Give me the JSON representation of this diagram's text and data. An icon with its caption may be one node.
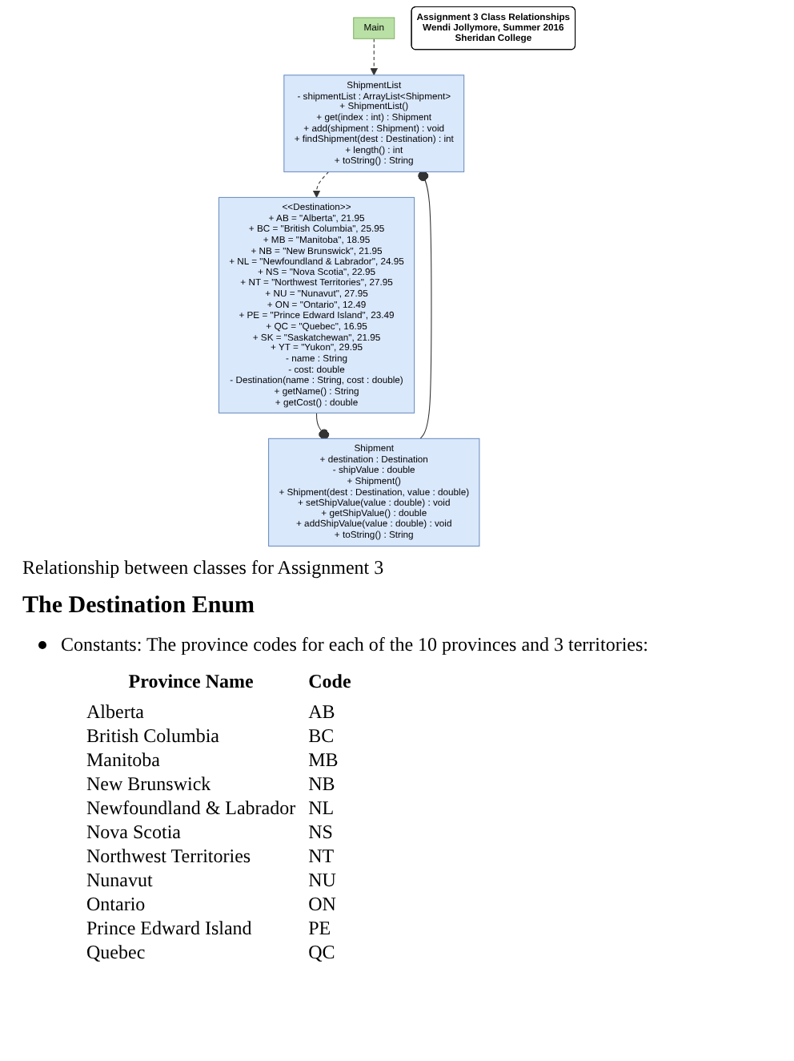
{
  "diagram": {
    "caption": "Relationship between classes for Assignment 3",
    "nodes": [
      {
        "text": [
          "Main"
        ]
      },
      {
        "text": [
          "ShipmentList",
          "- shipmentList : ArrayList<Shipment>",
          "+ ShipmentList()",
          "+ get(index : int) : Shipment",
          "+ add(shipment : Shipment) : void",
          "+ findShipment(dest : Destination) : int",
          "+ length() : int",
          "+ toString() : String"
        ]
      },
      {
        "text": [
          "<<Destination>>",
          "+ AB = \"Alberta\", 21.95",
          "+ BC = \"British Columbia\", 25.95",
          "+ MB = \"Manitoba\", 18.95",
          "+ NB = \"New Brunswick\", 21.95",
          "+ NL = \"Newfoundland & Labrador\", 24.95",
          "+ NS = \"Nova Scotia\", 22.95",
          "+ NT = \"Northwest Territories\", 27.95",
          "+ NU = \"Nunavut\", 27.95",
          "+ ON = \"Ontario\", 12.49",
          "+ PE = \"Prince Edward Island\", 23.49",
          "+ QC = \"Quebec\", 16.95",
          "+ SK = \"Saskatchewan\", 21.95",
          "+ YT = \"Yukon\", 29.95",
          "- name : String",
          "- cost: double",
          "- Destination(name : String, cost : double)",
          "+ getName() : String",
          "+ getCost() : double"
        ]
      },
      {
        "text": [
          "Shipment",
          "+ destination : Destination",
          "- shipValue : double",
          "+ Shipment()",
          "+ Shipment(dest : Destination, value : double)",
          "+ setShipValue(value : double) : void",
          "+ getShipValue() : double",
          "+ addShipValue(value : double) : void",
          "+ toString() : String"
        ]
      },
      {
        "text": [
          "Assignment 3 Class Relationships",
          "Wendi Jollymore, Summer 2016",
          "Sheridan College"
        ]
      }
    ],
    "edges": [
      {
        "from": 0,
        "to": 1,
        "arrow": "to",
        "style": "dashed"
      },
      {
        "from": 1,
        "to": 2,
        "arrow": "to",
        "style": "dashed"
      },
      {
        "from": 3,
        "to": 1,
        "arrow": "other"
      },
      {
        "from": 2,
        "to": 3,
        "arrow": "other"
      }
    ],
    "labels": [
      "The Destination Enum",
      "Constants: The province codes for each of the 10 provinces and 3 territories:",
      "Province Name",
      "Code",
      "Alberta",
      "AB",
      "British Columbia",
      "BC",
      "Manitoba",
      "MB",
      "New Brunswick",
      "NB",
      "Newfoundland & Labrador",
      "NL",
      "Nova Scotia",
      "NS",
      "Northwest Territories",
      "NT",
      "Nunavut",
      "NU",
      "Ontario",
      "ON",
      "Prince Edward Island",
      "PE",
      "Quebec",
      "QC"
    ]
  }
}
